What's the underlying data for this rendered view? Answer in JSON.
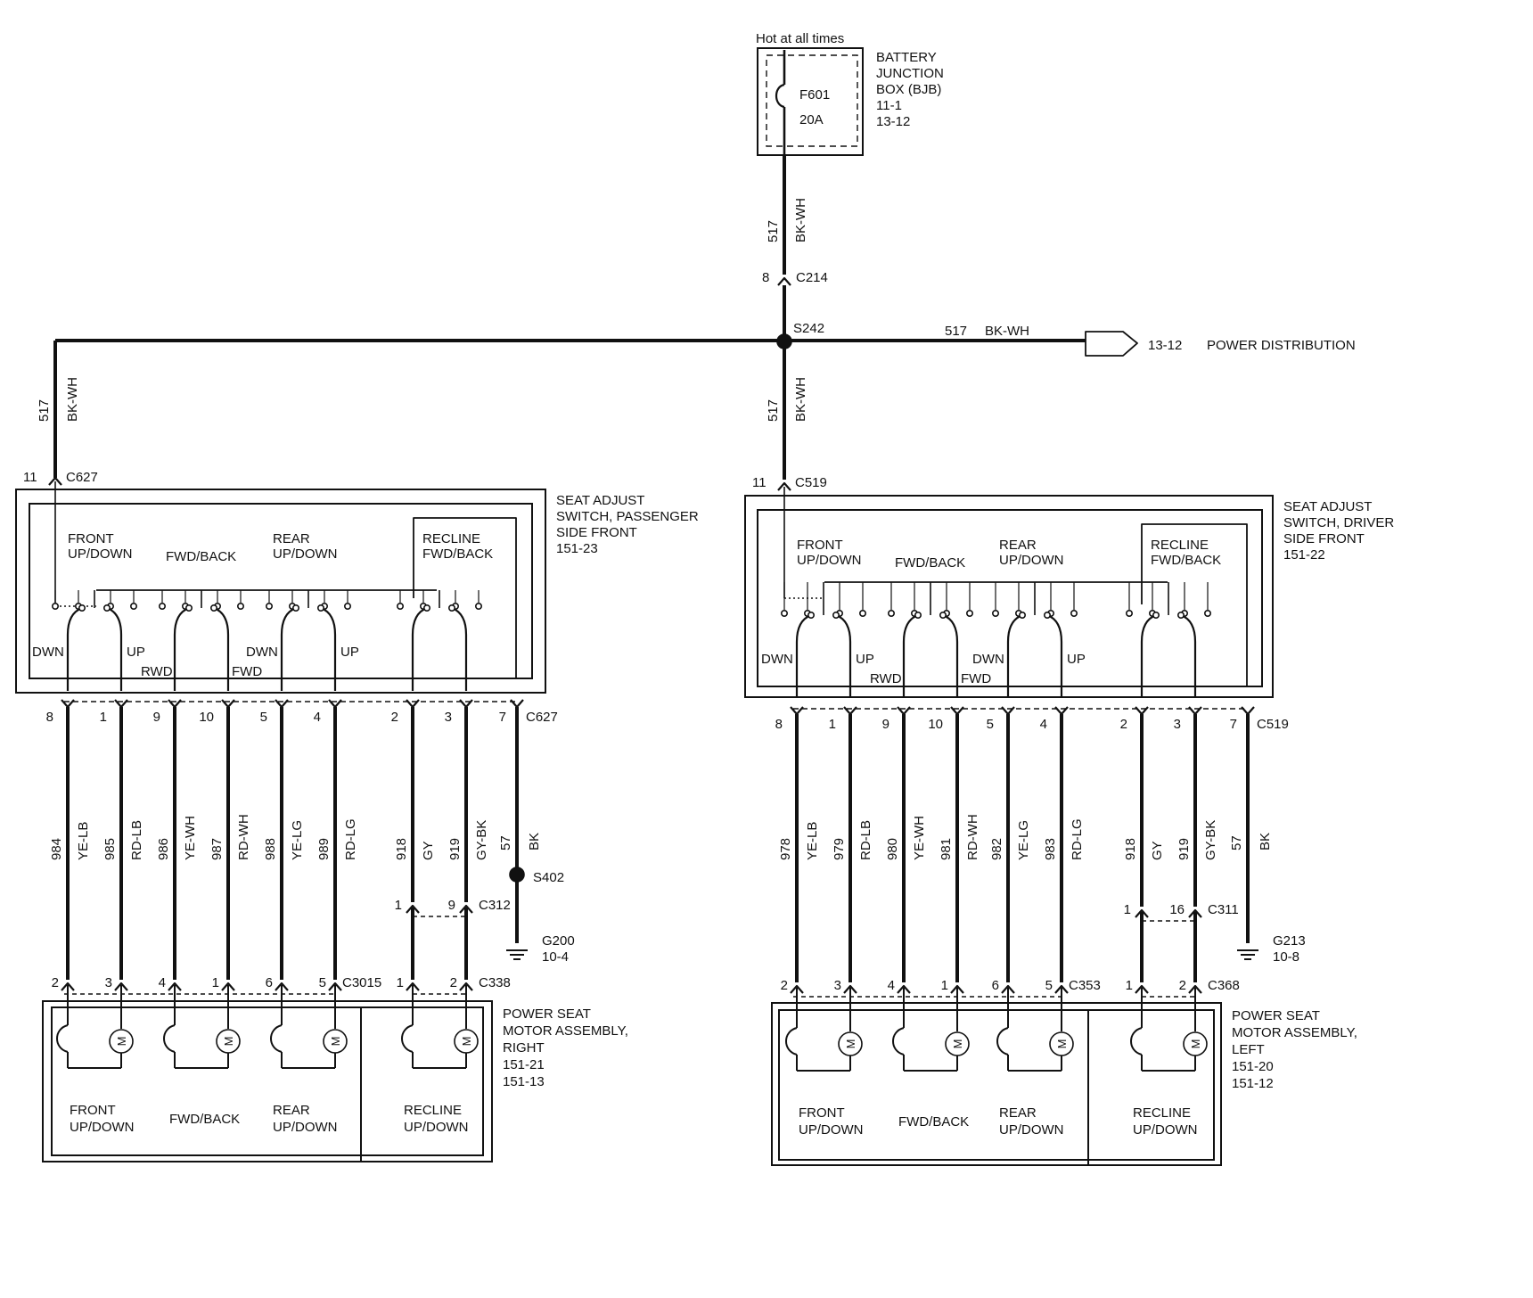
{
  "bjb": {
    "hot_label": "Hot at all times",
    "fuse_id": "F601",
    "fuse_rating": "20A",
    "name_lines": [
      "BATTERY",
      "JUNCTION",
      "BOX (BJB)",
      "11-1",
      "13-12"
    ]
  },
  "feed": {
    "circuit": "517",
    "color": "BK-WH",
    "connector_pin": "8",
    "connector": "C214",
    "splice": "S242",
    "dest_ref": "13-12",
    "dest_label": "POWER DISTRIBUTION"
  },
  "sides": [
    {
      "id": "passenger",
      "input_pin": "11",
      "input_connector": "C627",
      "input_circuit": "517",
      "input_color": "BK-WH",
      "switch_title": [
        "SEAT ADJUST",
        "SWITCH, PASSENGER",
        "SIDE FRONT",
        "151-23"
      ],
      "section_labels": [
        [
          "FRONT",
          "UP/DOWN"
        ],
        [
          "FWD/BACK"
        ],
        [
          "REAR",
          "UP/DOWN"
        ],
        [
          "RECLINE",
          "FWD/BACK"
        ]
      ],
      "switch_labels": [
        "DWN",
        "UP",
        "RWD",
        "FWD",
        "DWN",
        "UP"
      ],
      "output_connector": "C627",
      "wires": [
        {
          "pin": "8",
          "circuit": "984",
          "color": "YE-LB",
          "motor_pin": "2"
        },
        {
          "pin": "1",
          "circuit": "985",
          "color": "RD-LB",
          "motor_pin": "3"
        },
        {
          "pin": "9",
          "circuit": "986",
          "color": "YE-WH",
          "motor_pin": "4"
        },
        {
          "pin": "10",
          "circuit": "987",
          "color": "RD-WH",
          "motor_pin": "1"
        },
        {
          "pin": "5",
          "circuit": "988",
          "color": "YE-LG",
          "motor_pin": "6"
        },
        {
          "pin": "4",
          "circuit": "989",
          "color": "RD-LG",
          "motor_pin": "5"
        },
        {
          "pin": "2",
          "circuit": "918",
          "color": "GY",
          "inline_pin": "1",
          "motor_pin": "1"
        },
        {
          "pin": "3",
          "circuit": "919",
          "color": "GY-BK",
          "inline_pin": "9",
          "motor_pin": "2"
        }
      ],
      "inline_connector": "C312",
      "motor_connector_a": "C3015",
      "motor_connector_b": "C338",
      "ground": {
        "pin": "7",
        "circuit": "57",
        "color": "BK",
        "splice": "S402",
        "ground_id": "G200",
        "ground_ref": "10-4"
      },
      "motor_title": [
        "POWER SEAT",
        "MOTOR ASSEMBLY,",
        "RIGHT",
        "151-21",
        "151-13"
      ],
      "motor_labels": [
        [
          "FRONT",
          "UP/DOWN"
        ],
        [
          "FWD/BACK"
        ],
        [
          "REAR",
          "UP/DOWN"
        ],
        [
          "RECLINE",
          "UP/DOWN"
        ]
      ]
    },
    {
      "id": "driver",
      "input_pin": "11",
      "input_connector": "C519",
      "input_circuit": "517",
      "input_color": "BK-WH",
      "switch_title": [
        "SEAT ADJUST",
        "SWITCH, DRIVER",
        "SIDE FRONT",
        "151-22"
      ],
      "section_labels": [
        [
          "FRONT",
          "UP/DOWN"
        ],
        [
          "FWD/BACK"
        ],
        [
          "REAR",
          "UP/DOWN"
        ],
        [
          "RECLINE",
          "FWD/BACK"
        ]
      ],
      "switch_labels": [
        "DWN",
        "UP",
        "RWD",
        "FWD",
        "DWN",
        "UP"
      ],
      "output_connector": "C519",
      "wires": [
        {
          "pin": "8",
          "circuit": "978",
          "color": "YE-LB",
          "motor_pin": "2"
        },
        {
          "pin": "1",
          "circuit": "979",
          "color": "RD-LB",
          "motor_pin": "3"
        },
        {
          "pin": "9",
          "circuit": "980",
          "color": "YE-WH",
          "motor_pin": "4"
        },
        {
          "pin": "10",
          "circuit": "981",
          "color": "RD-WH",
          "motor_pin": "1"
        },
        {
          "pin": "5",
          "circuit": "982",
          "color": "YE-LG",
          "motor_pin": "6"
        },
        {
          "pin": "4",
          "circuit": "983",
          "color": "RD-LG",
          "motor_pin": "5"
        },
        {
          "pin": "2",
          "circuit": "918",
          "color": "GY",
          "inline_pin": "1",
          "motor_pin": "1"
        },
        {
          "pin": "3",
          "circuit": "919",
          "color": "GY-BK",
          "inline_pin": "16",
          "motor_pin": "2"
        }
      ],
      "inline_connector": "C311",
      "motor_connector_a": "C353",
      "motor_connector_b": "C368",
      "ground": {
        "pin": "7",
        "circuit": "57",
        "color": "BK",
        "splice": "",
        "ground_id": "G213",
        "ground_ref": "10-8"
      },
      "motor_title": [
        "POWER SEAT",
        "MOTOR ASSEMBLY,",
        "LEFT",
        "151-20",
        "151-12"
      ],
      "motor_labels": [
        [
          "FRONT",
          "UP/DOWN"
        ],
        [
          "FWD/BACK"
        ],
        [
          "REAR",
          "UP/DOWN"
        ],
        [
          "RECLINE",
          "UP/DOWN"
        ]
      ]
    }
  ]
}
